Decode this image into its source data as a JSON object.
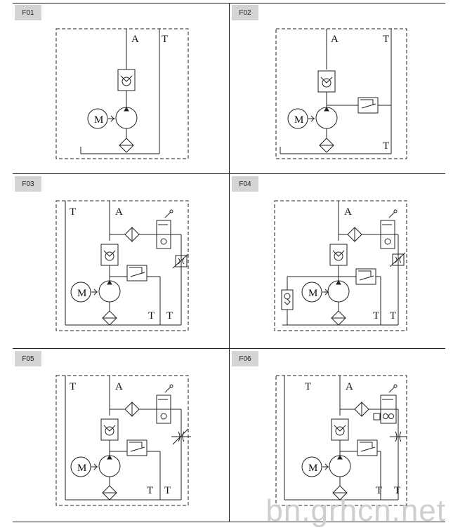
{
  "cells": [
    {
      "id": "F01",
      "labels": {
        "A": "A",
        "T1": "T"
      }
    },
    {
      "id": "F02",
      "labels": {
        "A": "A",
        "T1": "T",
        "T2": "T"
      }
    },
    {
      "id": "F03",
      "labels": {
        "A": "A",
        "T1": "T",
        "T2": "T",
        "T3": "T"
      }
    },
    {
      "id": "F04",
      "labels": {
        "A": "A",
        "T2": "T",
        "T3": "T"
      }
    },
    {
      "id": "F05",
      "labels": {
        "A": "A",
        "T1": "T",
        "T2": "T",
        "T3": "T"
      }
    },
    {
      "id": "F06",
      "labels": {
        "A": "A",
        "T1": "T",
        "T2": "T",
        "T3": "T"
      }
    }
  ],
  "motor_symbol": "M",
  "watermark": "bn.grhcn.net"
}
